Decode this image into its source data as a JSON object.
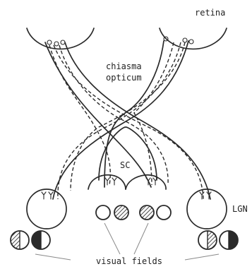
{
  "labels": {
    "retina": "retina",
    "chiasma_line1": "chiasma",
    "chiasma_line2": "opticum",
    "sc": "SC",
    "lgn": "LGN",
    "visual_fields": "visual fields"
  },
  "colors": {
    "ink": "#2a2a2a",
    "hatch": "#2a2a2a",
    "pointer": "#8a8a8a",
    "background": "#ffffff"
  }
}
